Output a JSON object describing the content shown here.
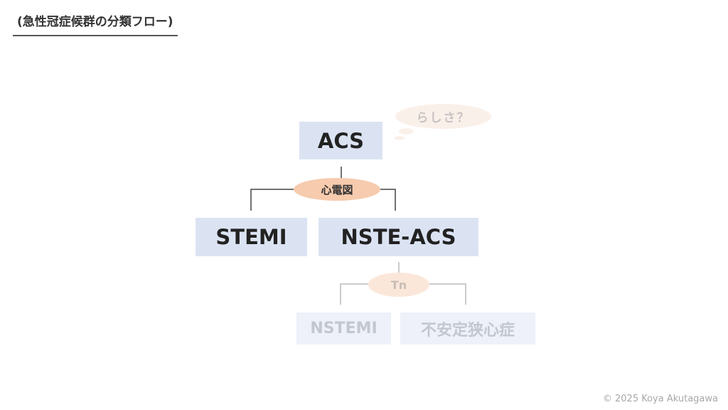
{
  "header": {
    "title": "(急性冠症候群の分類フロー)"
  },
  "diagram": {
    "root": {
      "label": "ACS"
    },
    "thought": {
      "label": "らしさ？"
    },
    "split1": {
      "label": "心電図"
    },
    "stemi": {
      "label": "STEMI"
    },
    "nste_acs": {
      "label": "NSTE-ACS"
    },
    "split2": {
      "label": "Tn"
    },
    "nstemi": {
      "label": "NSTEMI"
    },
    "unstable_angina": {
      "label": "不安定狭心症"
    }
  },
  "colors": {
    "node_fill": "#dbe3f3",
    "node_fill_faded": "#eef1f9",
    "ecg_pill": "#f6cbae",
    "tn_pill": "#fbe7da",
    "thought_bubble": "#faf0ea"
  },
  "footer": {
    "copyright": "© 2025 Koya Akutagawa"
  }
}
